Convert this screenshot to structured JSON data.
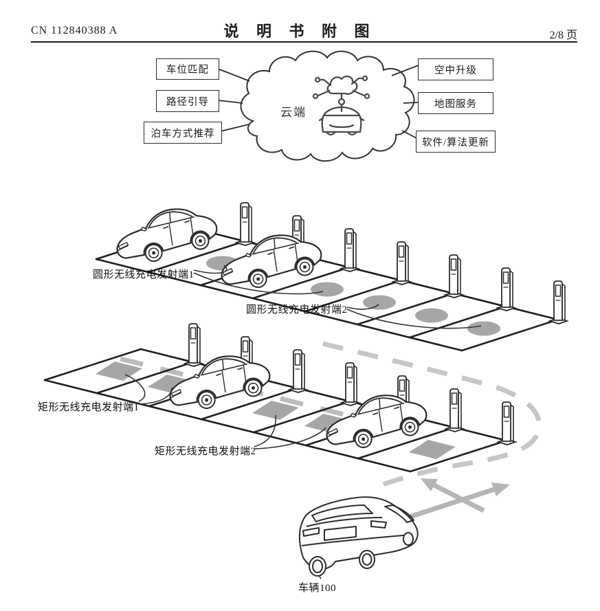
{
  "header": {
    "patent_number": "CN 112840388 A",
    "title": "说 明 书 附 图",
    "page_indicator": "2/8 页"
  },
  "cloud": {
    "label": "云端",
    "icon": "connected-car-cloud-icon",
    "left_services": [
      "车位匹配",
      "路径引导",
      "泊车方式推荐"
    ],
    "right_services": [
      "空中升级",
      "地图服务",
      "软件/算法更新"
    ]
  },
  "annotations": {
    "circular_transmitter_1": "圆形无线充电发射端1",
    "circular_transmitter_2": "圆形无线充电发射端2",
    "rectangular_transmitter_1": "矩形无线充电发射端1",
    "rectangular_transmitter_2": "矩形无线充电发射端2",
    "vehicle_label": "车辆100"
  },
  "colors": {
    "line": "#2b2b2b",
    "pad_gray": "#a6a6a6",
    "route_gray": "#c6c6c6",
    "arrow_gray": "#b5b5b5"
  }
}
